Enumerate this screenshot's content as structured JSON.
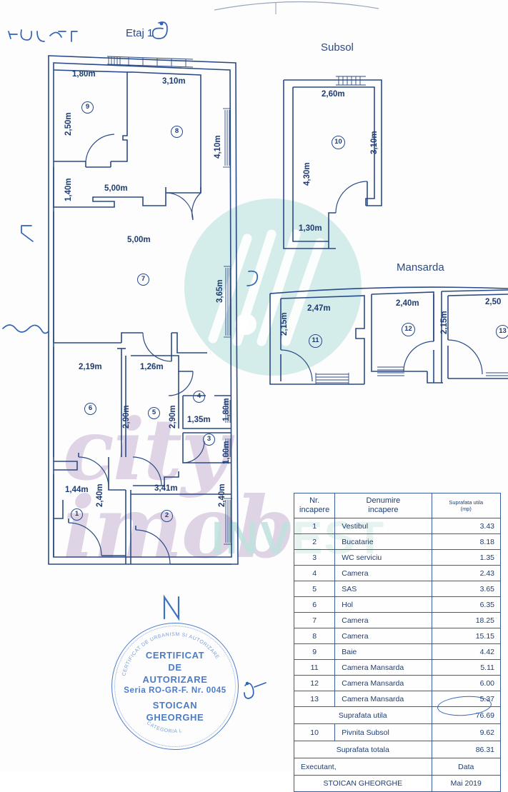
{
  "document": {
    "type": "architectural-floor-plan",
    "sections": [
      {
        "id": "etaj1",
        "label": "Etaj 1"
      },
      {
        "id": "subsol",
        "label": "Subsol"
      },
      {
        "id": "mansarda",
        "label": "Mansarda"
      }
    ],
    "north_marker": "N"
  },
  "etaj1": {
    "label": "Etaj 1",
    "rooms": [
      {
        "num": "1",
        "dims": [
          "1,44m",
          "2,40m"
        ]
      },
      {
        "num": "2",
        "dims": [
          "3,41m",
          "2,40m"
        ]
      },
      {
        "num": "3",
        "dims": [
          "1,00m"
        ]
      },
      {
        "num": "4",
        "dims": [
          "1,35m",
          "1,80m"
        ]
      },
      {
        "num": "5",
        "dims": [
          "1,26m",
          "2,90m"
        ]
      },
      {
        "num": "6",
        "dims": [
          "2,19m",
          "2,90m"
        ]
      },
      {
        "num": "7",
        "dims": [
          "5,00m",
          "3,65m"
        ]
      },
      {
        "num": "8",
        "dims": [
          "3,10m",
          "4,10m"
        ]
      },
      {
        "num": "9",
        "dims": [
          "1,80m",
          "2,50m"
        ]
      }
    ],
    "dims": {
      "d180": "1,80m",
      "d310": "3,10m",
      "d250": "2,50m",
      "d410": "4,10m",
      "d140": "1,40m",
      "d500a": "5,00m",
      "d500b": "5,00m",
      "d365": "3,65m",
      "d219": "2,19m",
      "d126": "1,26m",
      "d290a": "2,90m",
      "d290b": "2,90m",
      "d180b": "1,80m",
      "d135": "1,35m",
      "d100": "1,00m",
      "d144": "1,44m",
      "d341": "3,41m",
      "d240a": "2,40m",
      "d240b": "2,40m"
    }
  },
  "subsol": {
    "label": "Subsol",
    "rooms": [
      {
        "num": "10",
        "dims": [
          "2,60m",
          "4,30m",
          "3,10m",
          "1,30m"
        ]
      }
    ],
    "dims": {
      "d260": "2,60m",
      "d430": "4,30m",
      "d310": "3,10m",
      "d130": "1,30m"
    }
  },
  "mansarda": {
    "label": "Mansarda",
    "rooms": [
      {
        "num": "11",
        "dims": [
          "2,47m",
          "2,15m"
        ]
      },
      {
        "num": "12",
        "dims": [
          "2,40m",
          "2,15m"
        ]
      },
      {
        "num": "13",
        "dims": [
          "2,50"
        ]
      }
    ],
    "dims": {
      "d247": "2,47m",
      "d215a": "2,15m",
      "d240": "2,40m",
      "d215b": "2,15m",
      "d250": "2,50"
    }
  },
  "table": {
    "headers": {
      "nr": "Nr.",
      "nr2": "incapere",
      "name": "Denumire",
      "name2": "incapere",
      "area": "Suprafata utila",
      "area_unit": "(mp)"
    },
    "rows": [
      {
        "nr": "1",
        "name": "Vestibul",
        "area": "3.43"
      },
      {
        "nr": "2",
        "name": "Bucatarie",
        "area": "8.18"
      },
      {
        "nr": "3",
        "name": "WC serviciu",
        "area": "1.35"
      },
      {
        "nr": "4",
        "name": "Camera",
        "area": "2.43"
      },
      {
        "nr": "5",
        "name": "SAS",
        "area": "3.65"
      },
      {
        "nr": "6",
        "name": "Hol",
        "area": "6.35"
      },
      {
        "nr": "7",
        "name": "Camera",
        "area": "18.25"
      },
      {
        "nr": "8",
        "name": "Camera",
        "area": "15.15"
      },
      {
        "nr": "9",
        "name": "Baie",
        "area": "4.42"
      },
      {
        "nr": "11",
        "name": "Camera Mansarda",
        "area": "5.11"
      },
      {
        "nr": "12",
        "name": "Camera Mansarda",
        "area": "6.00"
      },
      {
        "nr": "13",
        "name": "Camera Mansarda",
        "area": "5.37"
      }
    ],
    "subtotal": {
      "label": "Suprafata utila",
      "area": "76.69"
    },
    "basement": {
      "nr": "10",
      "name": "Pivnita Subsol",
      "area": "9.62"
    },
    "total": {
      "label": "Suprafata totala",
      "area": "86.31"
    },
    "signature": {
      "label": "Executant,",
      "date_label": "Data"
    },
    "signature_value": {
      "name": "STOICAN GHEORGHE",
      "date": "Mai 2019"
    }
  },
  "stamp": {
    "line1": "CERTIFICAT",
    "line2": "DE",
    "line3": "AUTORIZARE",
    "line4": "Seria RO-GR-F. Nr. 0045",
    "line5": "STOICAN",
    "line6": "GHEORGHE",
    "micro_top": "CERTIFICAT DE URBANISM SI AUTORIZARE",
    "micro_bottom": "CATEGORIA L"
  },
  "watermark": {
    "brand_primary": "city imob",
    "brand_secondary": "INVEST",
    "color_teal": "#cde9e6",
    "color_lavender": "#cdbcd8"
  },
  "colors": {
    "ink": "#2a4a85",
    "text": "#1f3c72",
    "handwriting": "#2f62b8",
    "stamp": "#3d72c4",
    "paper": "#fdfdfd"
  }
}
